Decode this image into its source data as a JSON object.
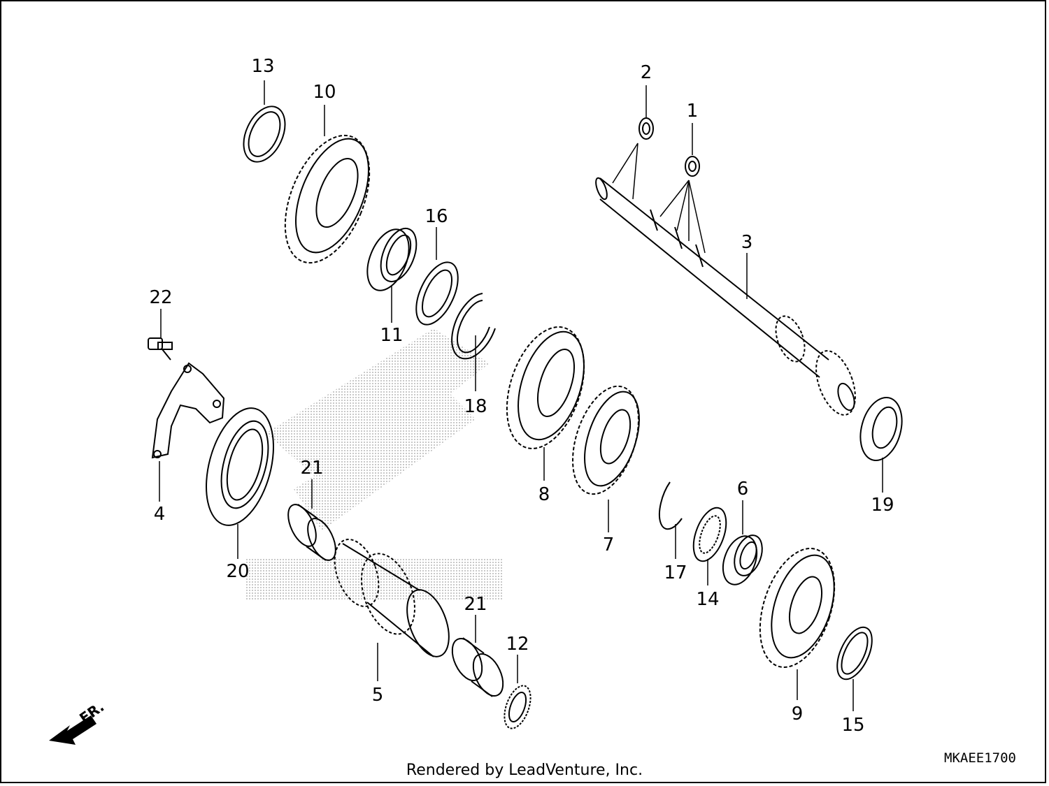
{
  "footer": {
    "credit": "Rendered by LeadVenture, Inc."
  },
  "diagram_code": "MKAEE1700",
  "direction_label": "FR.",
  "callouts": {
    "c1": "1",
    "c2": "2",
    "c3": "3",
    "c4": "4",
    "c5": "5",
    "c6": "6",
    "c7": "7",
    "c8": "8",
    "c9": "9",
    "c10": "10",
    "c11": "11",
    "c12": "12",
    "c13": "13",
    "c14": "14",
    "c15": "15",
    "c16": "16",
    "c17": "17",
    "c18": "18",
    "c19": "19",
    "c20": "20",
    "c21a": "21",
    "c21b": "21",
    "c22": "22"
  },
  "colors": {
    "line": "#000000",
    "watermark": "#c8c8c8",
    "background": "#ffffff"
  }
}
